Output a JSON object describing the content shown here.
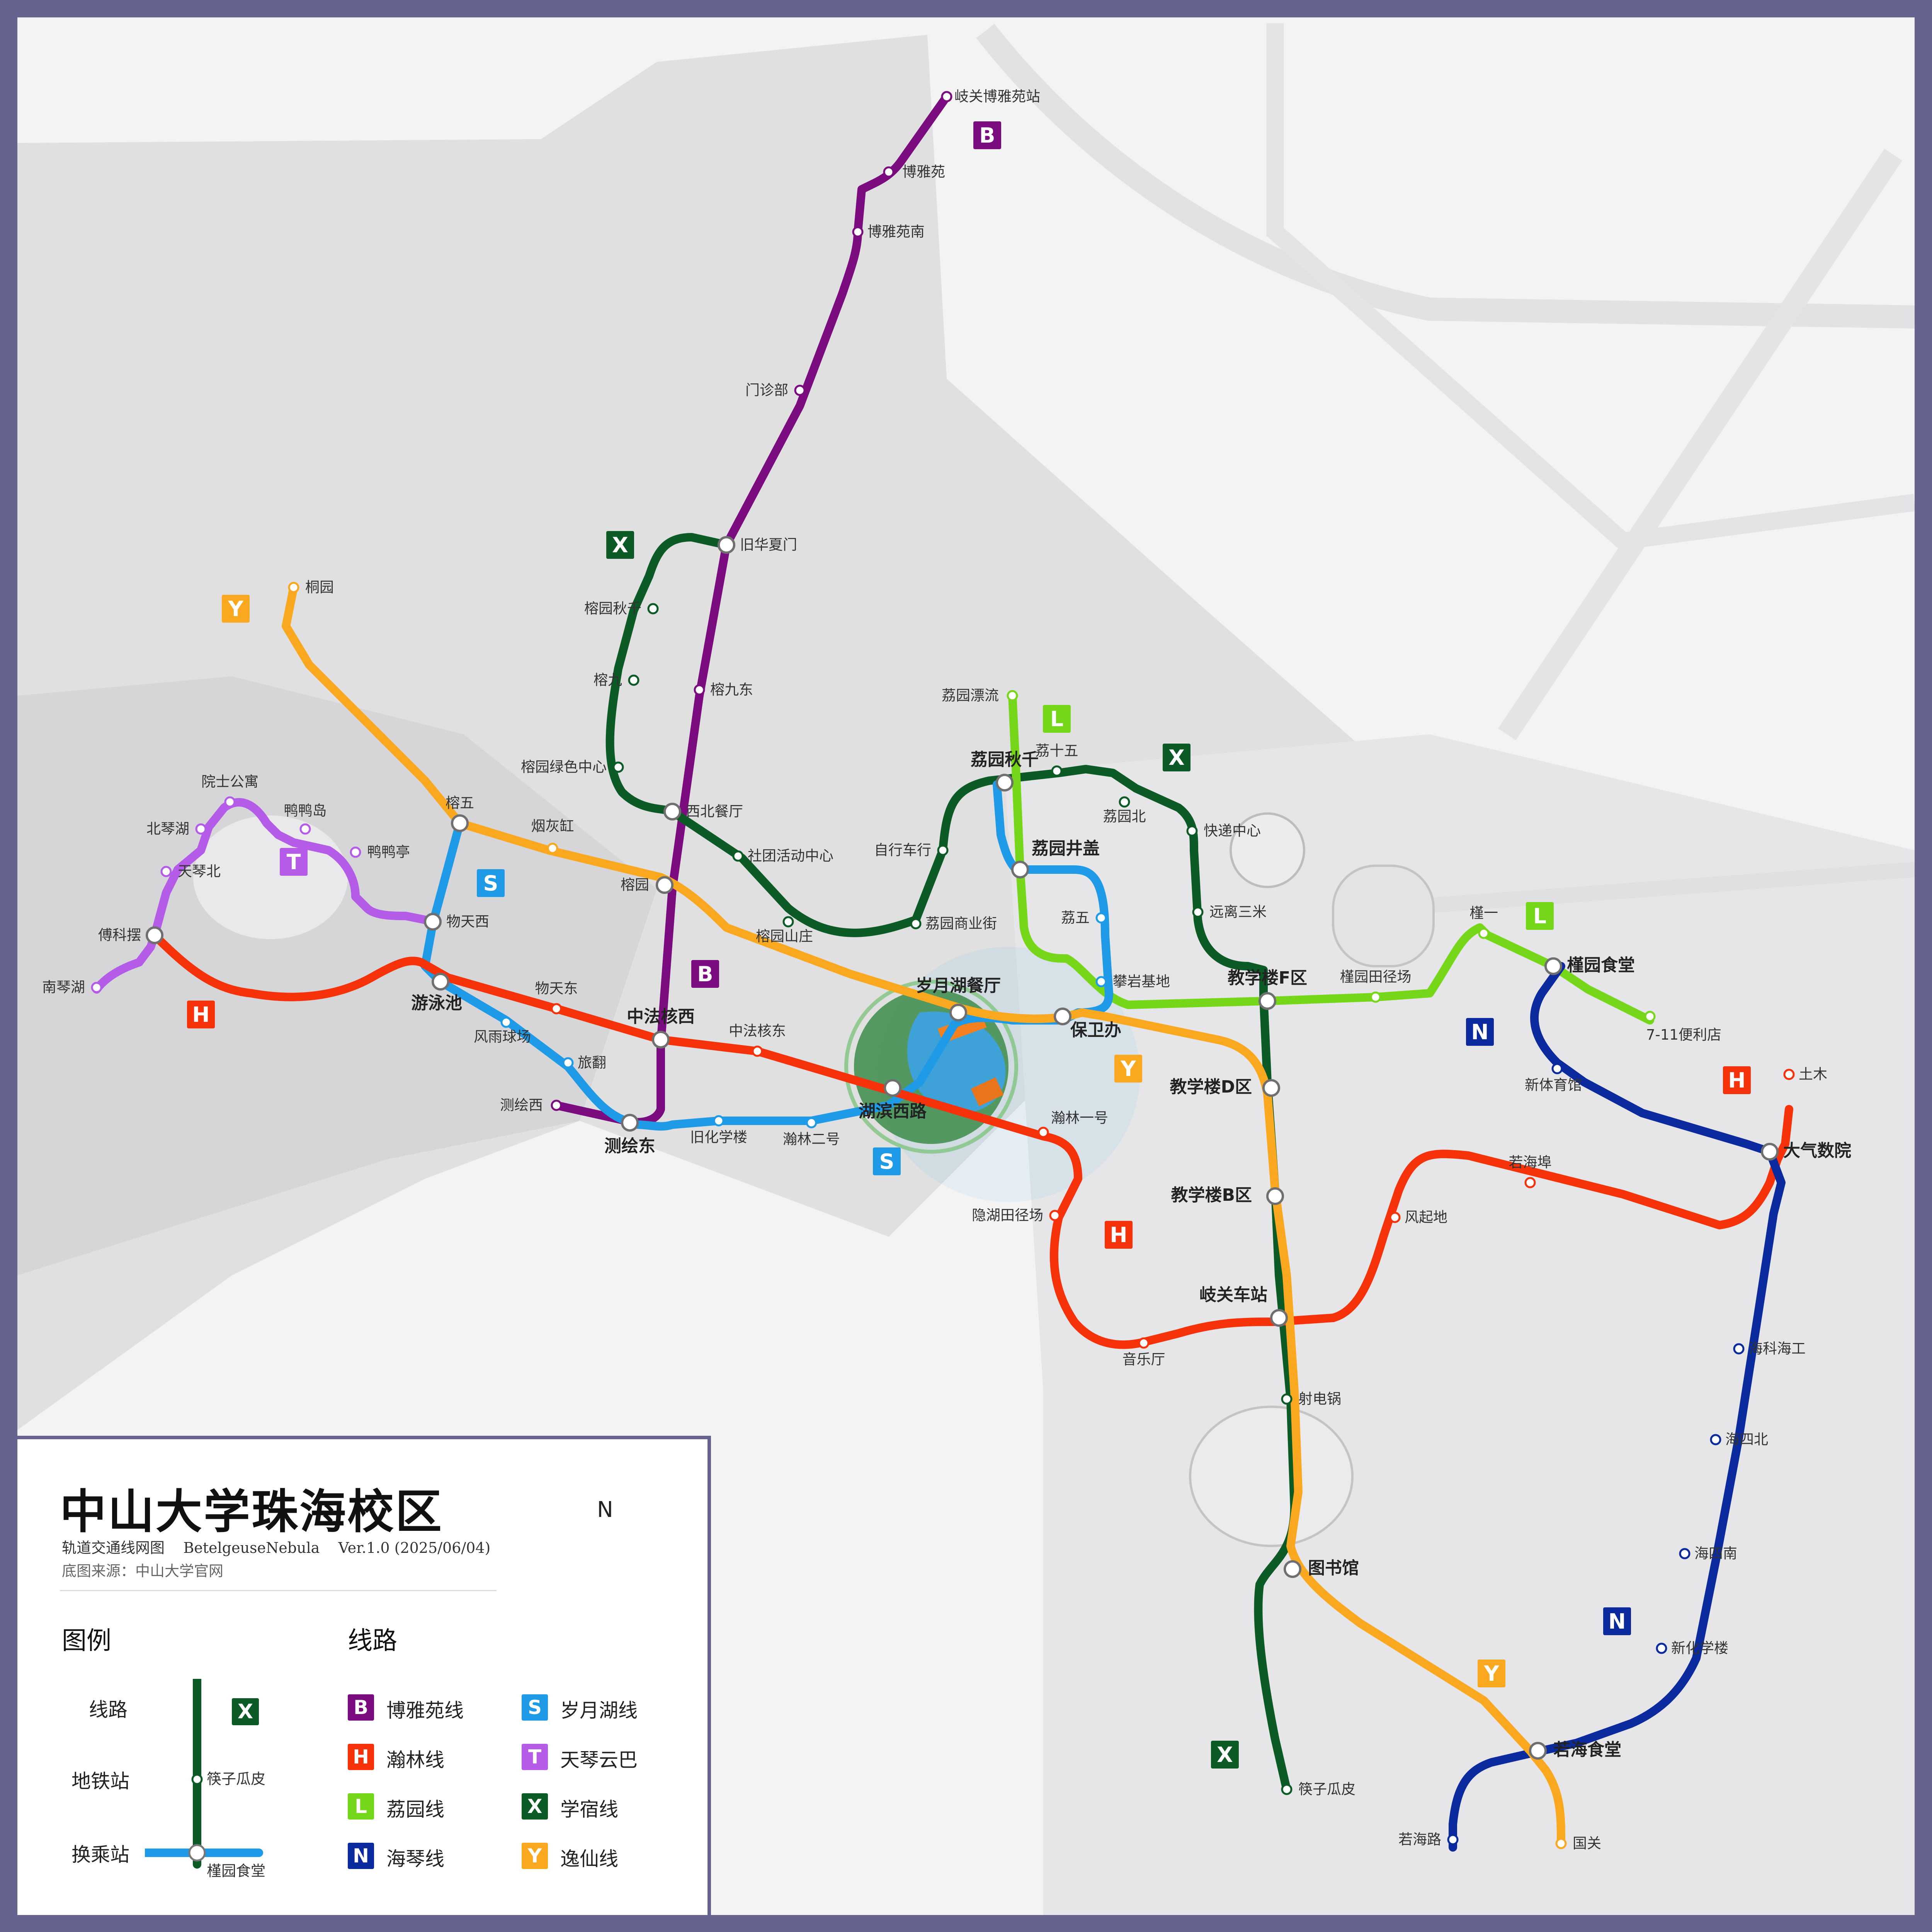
{
  "title": "中山大学珠海校区",
  "subtitle_left": "轨道交通线网图",
  "subtitle_author": "BetelgeuseNebula",
  "subtitle_version": "Ver.1.0 (2025/06/04)",
  "source_note": "底图来源：中山大学官网",
  "compass_label": "N",
  "legend": {
    "heading": "图例",
    "line_label": "线路",
    "station_label": "地铁站",
    "transfer_label": "换乘站",
    "sample_station": "筷子瓜皮",
    "sample_transfer": "槿园食堂",
    "sample_badge": "X"
  },
  "lines_heading": "线路",
  "lines": [
    {
      "code": "B",
      "name": "博雅苑线",
      "color": "#7b0c7f"
    },
    {
      "code": "S",
      "name": "岁月湖线",
      "color": "#1e9ae6"
    },
    {
      "code": "H",
      "name": "瀚林线",
      "color": "#f5320a"
    },
    {
      "code": "T",
      "name": "天琴云巴",
      "color": "#b45ce8"
    },
    {
      "code": "L",
      "name": "荔园线",
      "color": "#76d61a"
    },
    {
      "code": "X",
      "name": "学宿线",
      "color": "#0c5a26"
    },
    {
      "code": "N",
      "name": "海琴线",
      "color": "#0a2a9e"
    },
    {
      "code": "Y",
      "name": "逸仙线",
      "color": "#f9a81f"
    }
  ],
  "stations": {
    "qiguan_boya": "岐关博雅苑站",
    "boya": "博雅苑",
    "boya_nan": "博雅苑南",
    "menzhenbu": "门诊部",
    "jiu_huaxiamen": "旧华夏门",
    "rong_qiuqian": "榕园秋千",
    "rongjiu": "榕九",
    "rongjiu_dong": "榕九东",
    "rong_lvse": "榕园绿色中心",
    "xibei_canting": "西北餐厅",
    "shetuan": "社团活动中心",
    "rong_shanzhuang": "榕园山庄",
    "rongyuan": "榕园",
    "rongwu": "榕五",
    "yanhuigang": "烟灰缸",
    "wutian_xi": "物天西",
    "wutian_dong": "物天东",
    "youyongchi": "游泳池",
    "fengyu": "风雨球场",
    "lvfan": "旅翻",
    "cehui_xi": "测绘西",
    "cehui_dong": "测绘东",
    "zhongfa_xi": "中法核西",
    "zhongfa_dong": "中法核东",
    "jiuhua": "旧化学楼",
    "hanlin_er": "瀚林二号",
    "hubin_xi": "湖滨西路",
    "hanlin_yi": "瀚林一号",
    "yinhu": "隐湖田径场",
    "yinyueting": "音乐厅",
    "tongyuan": "桐园",
    "yuanshi": "院士公寓",
    "beiqinhu": "北琴湖",
    "tianqinbei": "天琴北",
    "fukebai": "傅科摆",
    "nanqinhu": "南琴湖",
    "yayadao": "鸭鸭岛",
    "yayating": "鸭鸭亭",
    "li_piaoliu": "荔园漂流",
    "li_qiuqian": "荔园秋千",
    "lishiwu": "荔十五",
    "li_bei": "荔园北",
    "kuaidi": "快递中心",
    "zixingche": "自行车行",
    "li_jinggai": "荔园井盖",
    "li_shangye": "荔园商业街",
    "liwu": "荔五",
    "yuanli": "远离三米",
    "panyan": "攀岩基地",
    "suiyuehu_ct": "岁月湖餐厅",
    "baoweiban": "保卫办",
    "jiaoxue_f": "教学楼F区",
    "jin_tianjing": "槿园田径场",
    "jinyi": "槿一",
    "jin_shitang": "槿园食堂",
    "seven_eleven": "7-11便利店",
    "jiaoxue_d": "教学楼D区",
    "jiaoxue_b": "教学楼B区",
    "qiguan_chezhan": "岐关车站",
    "shedianguo": "射电锅",
    "tushuguan": "图书馆",
    "kuaizi": "筷子瓜皮",
    "xinti": "新体育馆",
    "tumu": "土木",
    "daqi": "大气数院",
    "ruohaifu": "若海埠",
    "fengqidi": "风起地",
    "haike": "海科海工",
    "haisibei": "海四北",
    "haisinan": "海四南",
    "xinhua": "新化学楼",
    "ruohai_shitang": "若海食堂",
    "ruohailu": "若海路",
    "guoguan": "国关"
  }
}
